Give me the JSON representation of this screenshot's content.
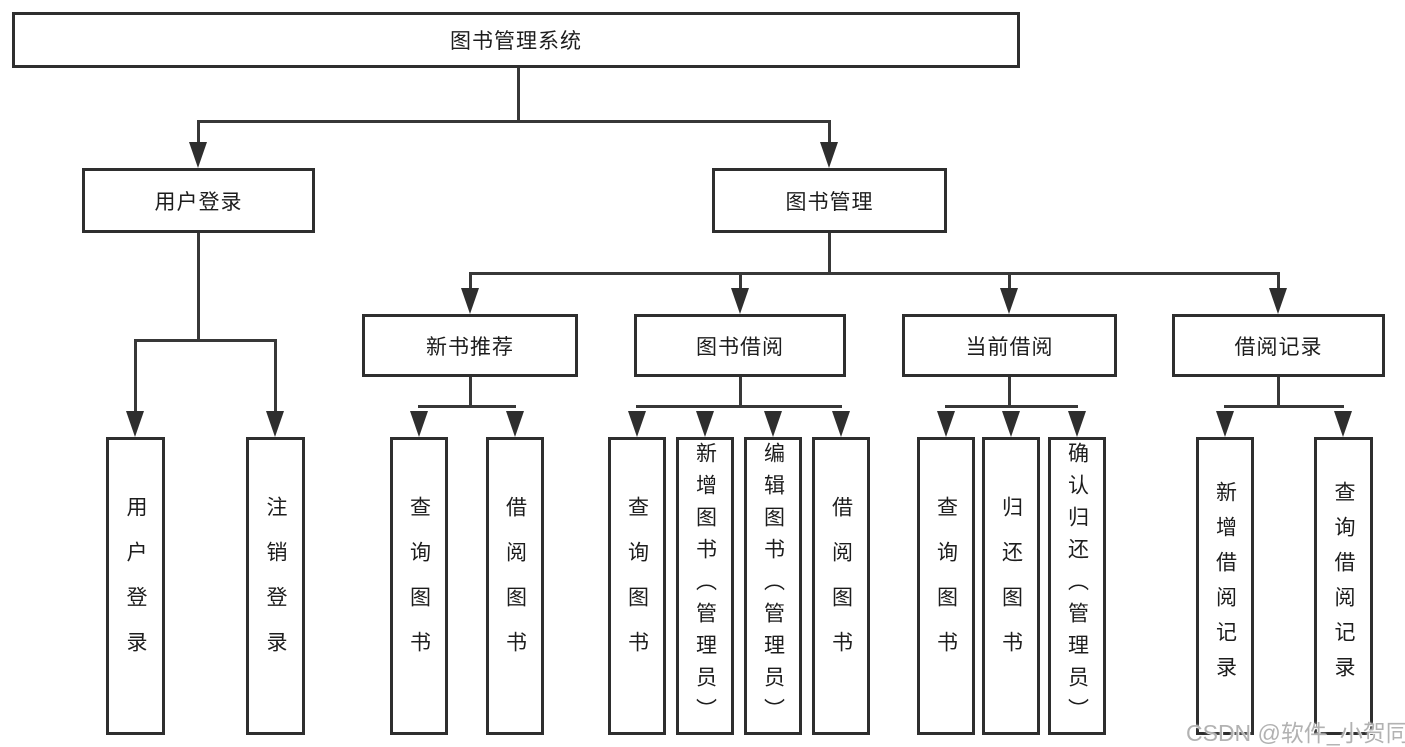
{
  "diagram_type": "hierarchy-tree",
  "tree": {
    "label": "图书管理系统",
    "children": [
      {
        "label": "用户登录",
        "children": [
          {
            "label": "用户登录"
          },
          {
            "label": "注销登录"
          }
        ]
      },
      {
        "label": "图书管理",
        "children": [
          {
            "label": "新书推荐",
            "children": [
              {
                "label": "查询图书"
              },
              {
                "label": "借阅图书"
              }
            ]
          },
          {
            "label": "图书借阅",
            "children": [
              {
                "label": "查询图书"
              },
              {
                "label": "新增图书（管理员）"
              },
              {
                "label": "编辑图书（管理员）"
              },
              {
                "label": "借阅图书"
              }
            ]
          },
          {
            "label": "当前借阅",
            "children": [
              {
                "label": "查询图书"
              },
              {
                "label": "归还图书"
              },
              {
                "label": "确认归还（管理员）"
              }
            ]
          },
          {
            "label": "借阅记录",
            "children": [
              {
                "label": "新增借阅记录"
              },
              {
                "label": "查询借阅记录"
              }
            ]
          }
        ]
      }
    ]
  },
  "watermark": "CSDN @软件_小贺同学",
  "colors": {
    "background": "#ffffff",
    "box_border": "#2e2e2e",
    "connector_line": "#383838",
    "text": "#1d1d1d",
    "watermark_text": "#b2b2b2"
  }
}
